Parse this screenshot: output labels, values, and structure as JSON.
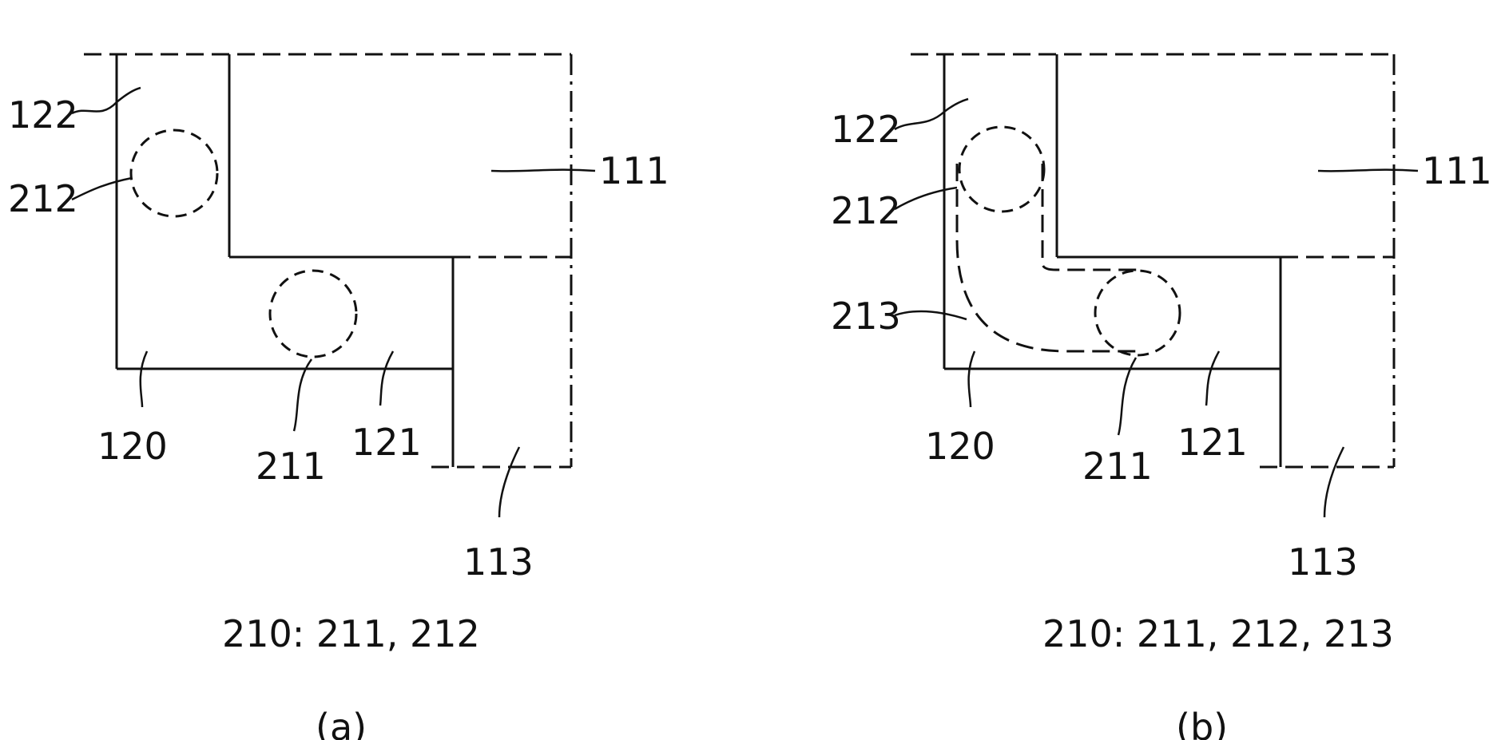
{
  "panels": [
    {
      "labels": {
        "l122": "122",
        "l212": "212",
        "l111": "111",
        "l120": "120",
        "l211": "211",
        "l121": "121",
        "l113": "113"
      },
      "caption": "210: 211, 212",
      "sub_caption": "(a)"
    },
    {
      "labels": {
        "l122": "122",
        "l212": "212",
        "l213": "213",
        "l111": "111",
        "l120": "120",
        "l211": "211",
        "l121": "121",
        "l113": "113"
      },
      "caption": "210: 211, 212, 213",
      "sub_caption": "(b)"
    }
  ]
}
